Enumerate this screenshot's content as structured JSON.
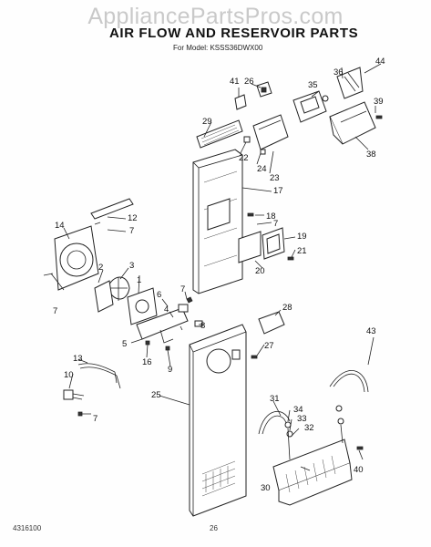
{
  "watermark": "AppliancePartsPros.com",
  "title": "AIR FLOW AND RESERVOIR PARTS",
  "subtitle": "For Model: KSSS36DWX00",
  "footer": {
    "doc_number": "4316100",
    "page_number": "26"
  },
  "callouts": [
    "1",
    "2",
    "3",
    "4",
    "5",
    "6",
    "7",
    "8",
    "9",
    "10",
    "12",
    "13",
    "14",
    "16",
    "17",
    "18",
    "19",
    "20",
    "21",
    "22",
    "23",
    "24",
    "25",
    "26",
    "27",
    "28",
    "29",
    "30",
    "31",
    "32",
    "33",
    "34",
    "35",
    "36",
    "38",
    "39",
    "40",
    "41",
    "43",
    "44"
  ]
}
